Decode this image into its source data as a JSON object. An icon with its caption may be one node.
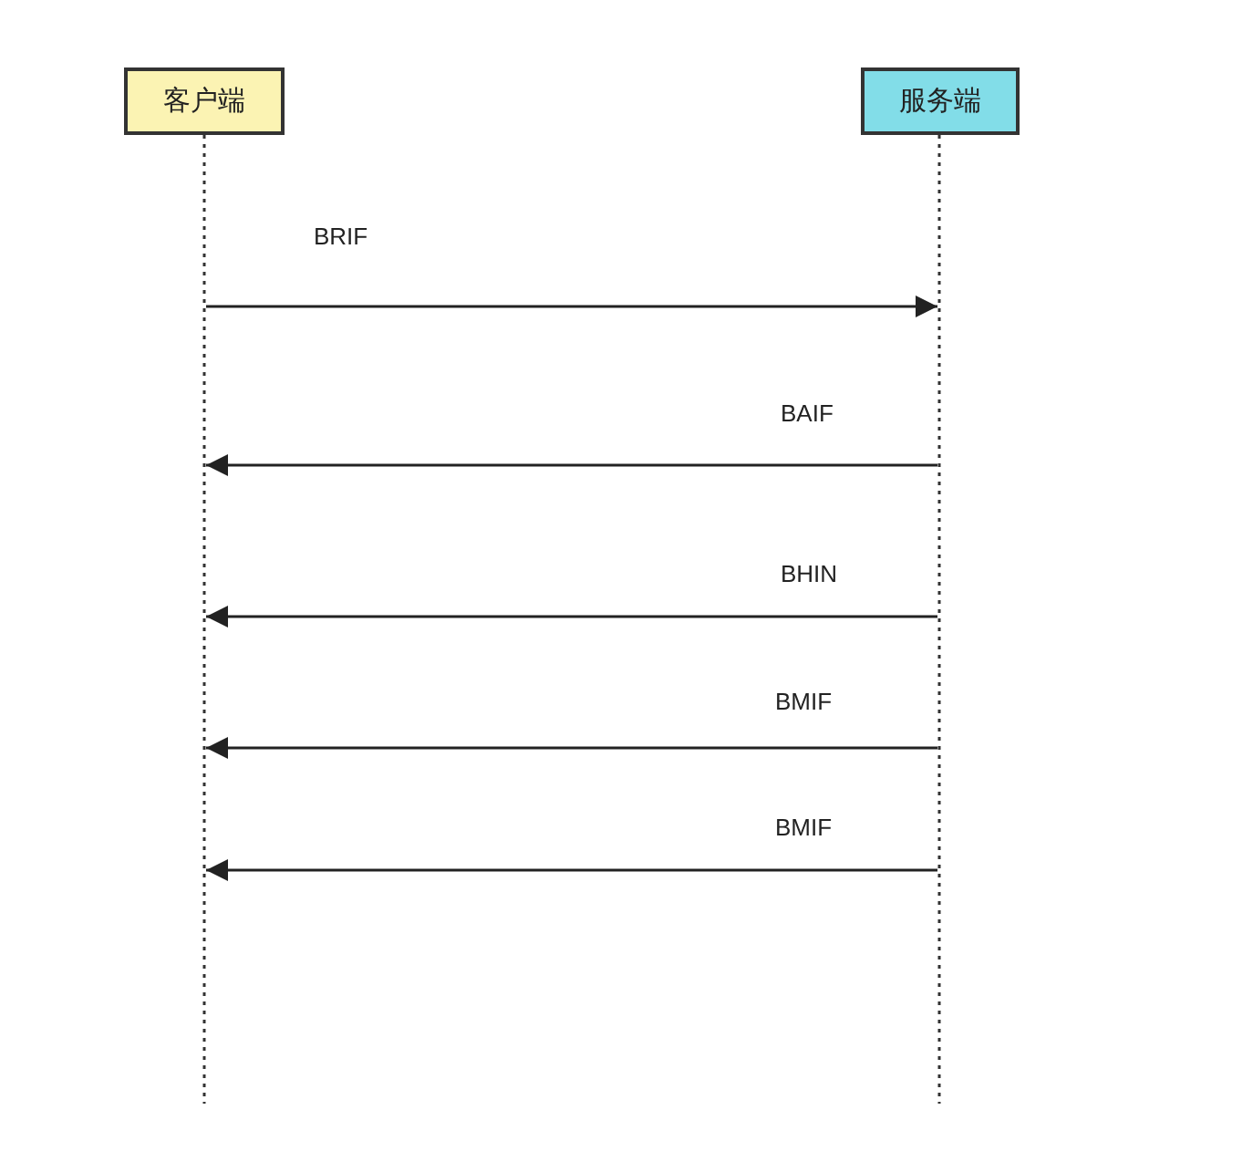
{
  "diagram": {
    "nodes": [
      {
        "text": [
          "客户端"
        ]
      },
      {
        "text": [
          "服务端"
        ]
      }
    ],
    "edges": [
      {
        "from": 0,
        "to": 1,
        "arrow": "to",
        "label": "BRIF"
      },
      {
        "from": 1,
        "to": 0,
        "arrow": "to",
        "label": "BAIF"
      },
      {
        "from": 1,
        "to": 0,
        "arrow": "to",
        "label": "BHIN"
      },
      {
        "from": 1,
        "to": 0,
        "arrow": "to",
        "label": "BMIF"
      },
      {
        "from": 1,
        "to": 0,
        "arrow": "to",
        "label": "BMIF"
      }
    ]
  }
}
